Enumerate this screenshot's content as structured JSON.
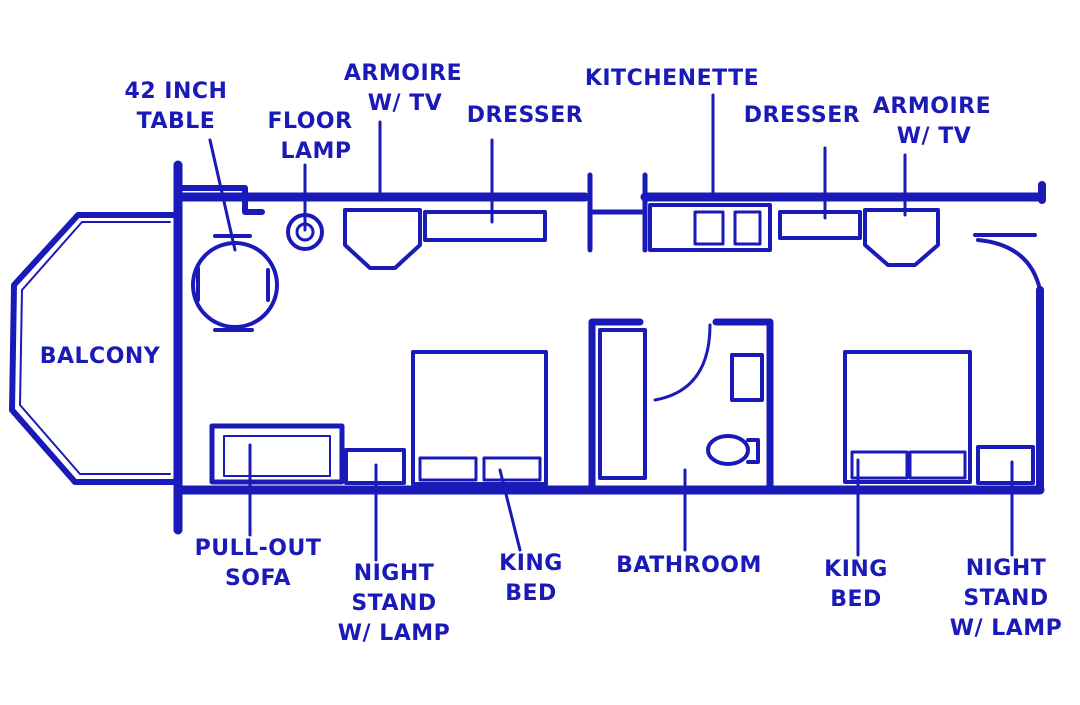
{
  "colors": {
    "ink": "#1a1ab8",
    "background": "#ffffff"
  },
  "labels": {
    "table": [
      "42 INCH",
      "TABLE"
    ],
    "floor_lamp": [
      "FLOOR",
      "LAMP"
    ],
    "armoire_left": [
      "ARMOIRE",
      "W/ TV"
    ],
    "dresser_left": "DRESSER",
    "kitchenette": "KITCHENETTE",
    "dresser_right": "DRESSER",
    "armoire_right": [
      "ARMOIRE",
      "W/ TV"
    ],
    "balcony": "BALCONY",
    "pullout_sofa": [
      "PULL-OUT",
      "SOFA"
    ],
    "nightstand_left": [
      "NIGHT",
      "STAND",
      "W/ LAMP"
    ],
    "king_bed_left": [
      "KING",
      "BED"
    ],
    "bathroom": "BATHROOM",
    "king_bed_right": [
      "KING",
      "BED"
    ],
    "nightstand_right": [
      "NIGHT",
      "STAND",
      "W/ LAMP"
    ]
  }
}
